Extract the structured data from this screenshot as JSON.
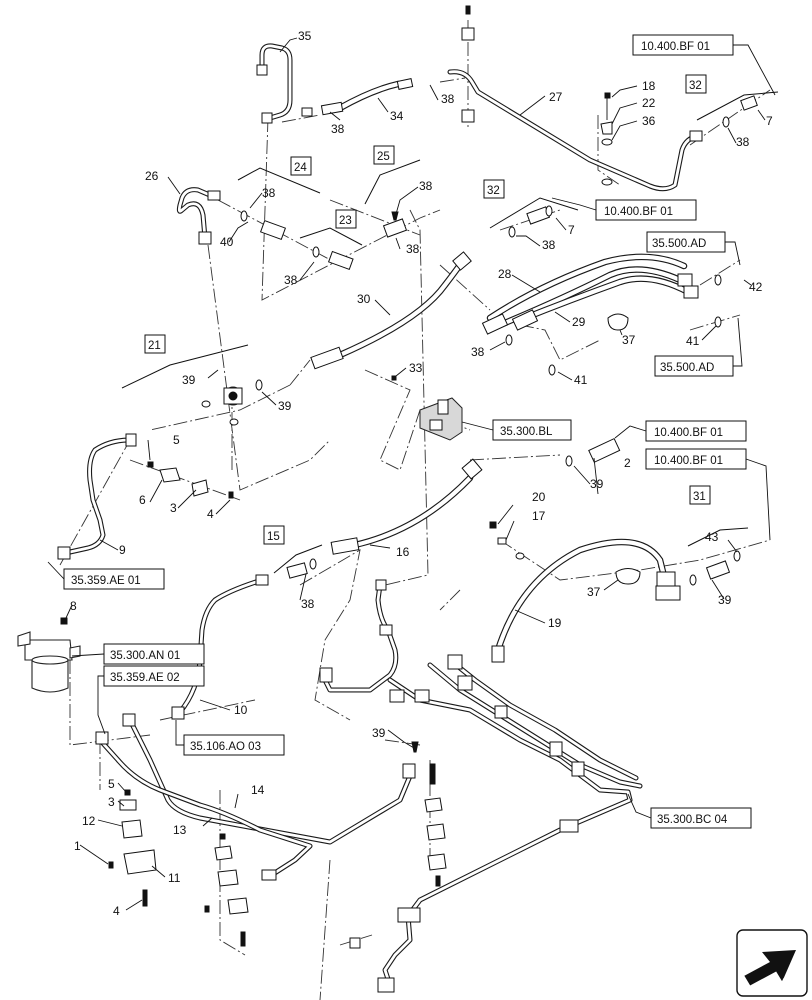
{
  "callouts": [
    "1",
    "2",
    "3",
    "3",
    "4",
    "4",
    "5",
    "5",
    "6",
    "7",
    "7",
    "8",
    "9",
    "10",
    "11",
    "12",
    "13",
    "14",
    "16",
    "17",
    "18",
    "19",
    "20",
    "22",
    "26",
    "27",
    "28",
    "29",
    "30",
    "33",
    "34",
    "35",
    "36",
    "37",
    "37",
    "38",
    "38",
    "38",
    "38",
    "38",
    "38",
    "38",
    "38",
    "38",
    "38",
    "39",
    "39",
    "39",
    "39",
    "40",
    "41",
    "41",
    "42",
    "43"
  ],
  "group_labels": [
    "15",
    "21",
    "23",
    "24",
    "25",
    "31",
    "32",
    "32"
  ],
  "references": [
    "10.400.BF 01",
    "10.400.BF 01",
    "35.500.AD",
    "35.500.AD",
    "35.300.BL",
    "10.400.BF 01",
    "10.400.BF 01",
    "35.359.AE 01",
    "35.300.AN 01",
    "35.359.AE 02",
    "35.106.AO 03",
    "35.300.BC 04"
  ],
  "nav_icon": "next-page-arrow-icon"
}
